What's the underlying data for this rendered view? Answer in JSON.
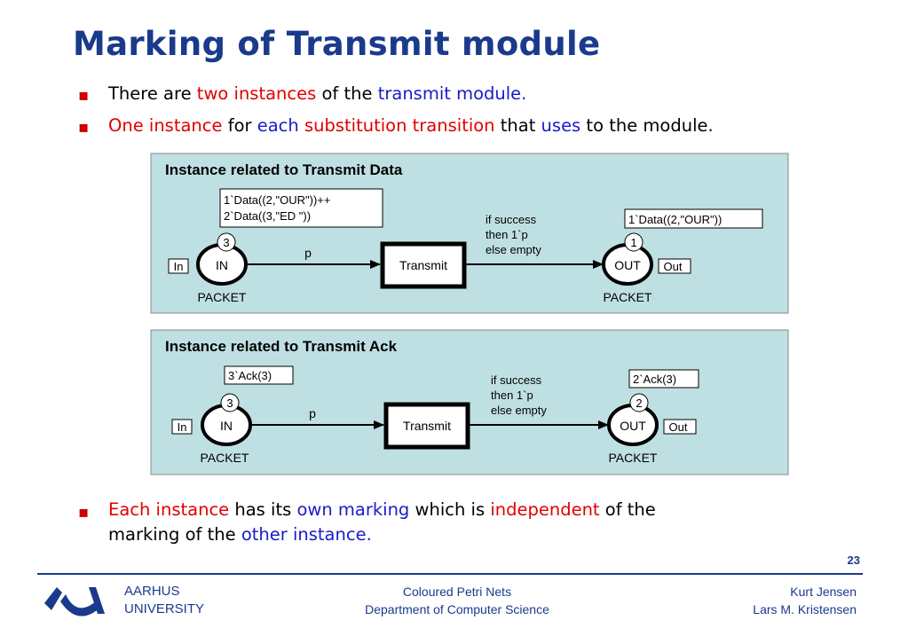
{
  "title": "Marking of Transmit module",
  "bullets": [
    {
      "parts": [
        {
          "text": "There are ",
          "color": "black"
        },
        {
          "text": "two instances",
          "color": "red"
        },
        {
          "text": " of the ",
          "color": "black"
        },
        {
          "text": "transmit module.",
          "color": "blue"
        }
      ]
    },
    {
      "parts": [
        {
          "text": "One instance",
          "color": "red"
        },
        {
          "text": " for ",
          "color": "black"
        },
        {
          "text": "each",
          "color": "blue"
        },
        {
          "text": " substitution transition",
          "color": "red"
        },
        {
          "text": " that ",
          "color": "black"
        },
        {
          "text": "uses",
          "color": "blue"
        },
        {
          "text": " to the module.",
          "color": "black"
        }
      ]
    },
    {
      "parts": [
        {
          "text": "Each instance",
          "color": "red"
        },
        {
          "text": " has its ",
          "color": "black"
        },
        {
          "text": "own marking",
          "color": "blue"
        },
        {
          "text": " which is ",
          "color": "black"
        },
        {
          "text": "independent",
          "color": "red"
        },
        {
          "text": " of the",
          "color": "black"
        }
      ],
      "parts2": [
        {
          "text": "marking of the ",
          "color": "black"
        },
        {
          "text": "other instance.",
          "color": "blue"
        }
      ]
    }
  ],
  "panels": [
    {
      "heading": "Instance related to Transmit Data",
      "in_place": {
        "name": "IN",
        "colset": "PACKET",
        "tag": "In",
        "count": "3",
        "marking": [
          "1`Data((2,\"OUR\"))++",
          "2`Data((3,\"ED \"))"
        ]
      },
      "arc_in_label": "p",
      "transition": "Transmit",
      "arc_out_label": [
        "if success",
        "then 1`p",
        "else empty"
      ],
      "out_place": {
        "name": "OUT",
        "colset": "PACKET",
        "tag": "Out",
        "count": "1",
        "marking": [
          "1`Data((2,\"OUR\"))"
        ]
      }
    },
    {
      "heading": "Instance related to Transmit Ack",
      "in_place": {
        "name": "IN",
        "colset": "PACKET",
        "tag": "In",
        "count": "3",
        "marking": [
          "3`Ack(3)"
        ]
      },
      "arc_in_label": "p",
      "transition": "Transmit",
      "arc_out_label": [
        "if success",
        "then 1`p",
        "else empty"
      ],
      "out_place": {
        "name": "OUT",
        "colset": "PACKET",
        "tag": "Out",
        "count": "2",
        "marking": [
          "2`Ack(3)"
        ]
      }
    }
  ],
  "footer": {
    "page_number": "23",
    "university": [
      "AARHUS",
      "UNIVERSITY"
    ],
    "course": "Coloured Petri Nets",
    "department": "Department of Computer Science",
    "authors": [
      "Kurt Jensen",
      "Lars M. Kristensen"
    ]
  },
  "colors": {
    "title": "#1a3a8c",
    "panel_bg": "#bfe0e2",
    "red": "#e00000",
    "blue": "#1a1acc"
  }
}
